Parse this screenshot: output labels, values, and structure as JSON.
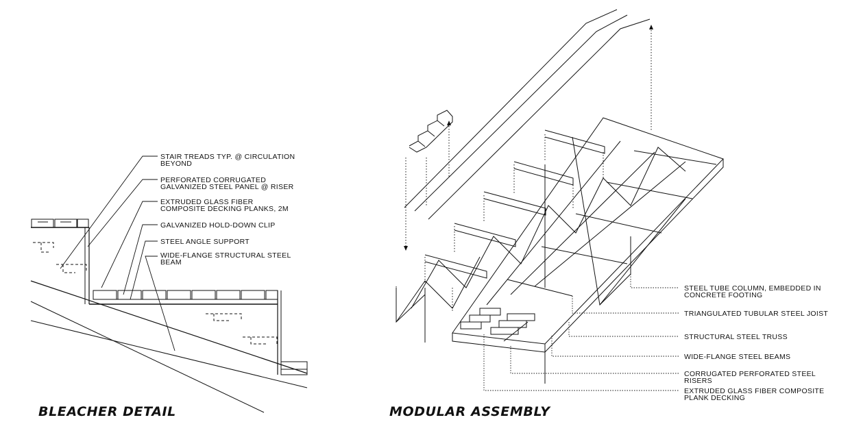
{
  "left_panel": {
    "title": "BLEACHER DETAIL",
    "labels": [
      "STAIR TREADS TYP. @ CIRCULATION\nBEYOND",
      "PERFORATED CORRUGATED\nGALVANIZED STEEL PANEL @ RISER",
      "EXTRUDED GLASS FIBER\nCOMPOSITE DECKING PLANKS, 2M",
      "GALVANIZED HOLD-DOWN CLIP",
      "STEEL ANGLE SUPPORT",
      "WIDE-FLANGE STRUCTURAL STEEL\nBEAM"
    ]
  },
  "right_panel": {
    "title": "MODULAR ASSEMBLY",
    "labels": [
      "STEEL TUBE COLUMN, EMBEDDED IN\nCONCRETE FOOTING",
      "TRIANGULATED TUBULAR STEEL JOIST",
      "STRUCTURAL STEEL TRUSS",
      "WIDE-FLANGE STEEL BEAMS",
      "CORRUGATED PERFORATED STEEL\nRISERS",
      "EXTRUDED GLASS FIBER COMPOSITE\nPLANK DECKING"
    ]
  }
}
